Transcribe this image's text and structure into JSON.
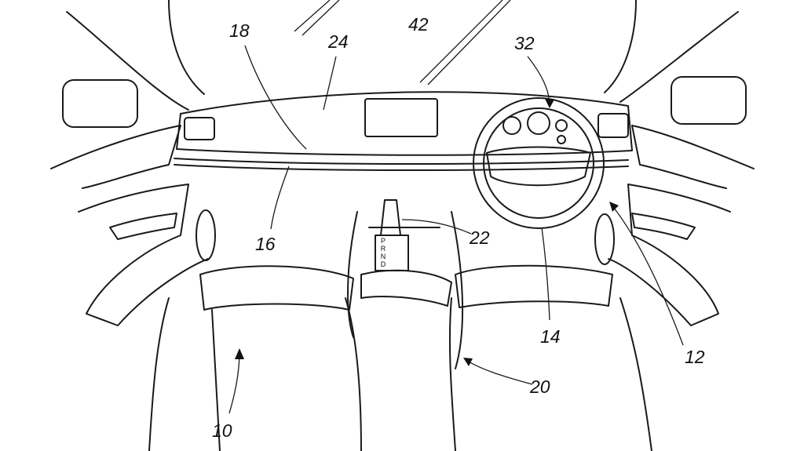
{
  "figure": {
    "labels": {
      "l10": "10",
      "l12": "12",
      "l14": "14",
      "l16": "16",
      "l18": "18",
      "l20": "20",
      "l22": "22",
      "l24": "24",
      "l32": "32",
      "l42": "42"
    },
    "shifter": {
      "p": "P",
      "r": "R",
      "n": "N",
      "d": "D"
    }
  }
}
